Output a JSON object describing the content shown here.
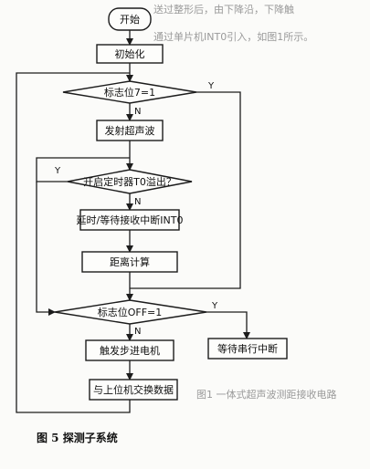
{
  "diagram": {
    "nodes": {
      "start": "开始",
      "init": "初始化",
      "flag7": "标志位7=1",
      "emit": "发射超声波",
      "timer": "开启定时器T0溢出？",
      "wait_int0": "延时/等待接收中断INT0",
      "calc": "距离计算",
      "flag_off": "标志位OFF=1",
      "wait_serial": "等待串行中断",
      "stepper": "触发步进电机",
      "exchange": "与上位机交换数据"
    },
    "yes": "Y",
    "no": "N"
  },
  "background_text": {
    "line1": "送过整形后，由下降沿，下降触",
    "line2": "通过单片机INT0引入，如图1所示。",
    "bottom": "图1  一体式超声波测距接收电路"
  },
  "caption": "图 5   探测子系统"
}
